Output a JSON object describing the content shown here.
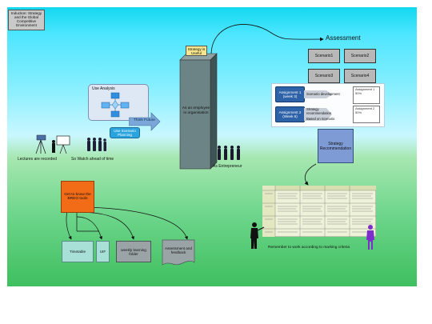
{
  "header_box": "Induction: Strategy and the Global Competitive Environment",
  "tower": {
    "top_label": "Strategy is Useful",
    "body_label": "As an employee in organisation"
  },
  "entrepreneur_label": "As Entrepreneur",
  "analysis": {
    "title": "Use Analysis",
    "arrow_label": "Think Future",
    "scenario_button": "Use Scenario Planning"
  },
  "lectures_label": "Lectures are recorded",
  "watch_label": "So Watch ahead of time",
  "assessment": {
    "title": "Assessment",
    "scenarios": [
      "Scenario1",
      "Scenario2",
      "Scenario3",
      "Scenario4"
    ],
    "assignment1": "Assignment 1 (week 3)",
    "assignment1_note": "Scenario development",
    "assignment2": "Assignment 2 (Week 6)",
    "assignment2_notes": [
      "Strategy recommendation",
      "Based on Scenario"
    ],
    "doc1": "Assignment 1 50%",
    "doc2": "Assignment 2 50%",
    "recommendation": "Strategy Recommendation"
  },
  "criteria_label": "Remember to work according to marking criteria",
  "brics": "Get to know the BREO tools",
  "tools": [
    "Timetable",
    "UIF",
    "weekly learning folder",
    "Assessment and feedback"
  ],
  "colors": {
    "orange": "#f26b17",
    "tool_teal": "#a8e0d8",
    "tool_grey": "#9aa4a6",
    "assign_blue": "#2e62a8",
    "rec_blue": "#7e9bd6"
  }
}
